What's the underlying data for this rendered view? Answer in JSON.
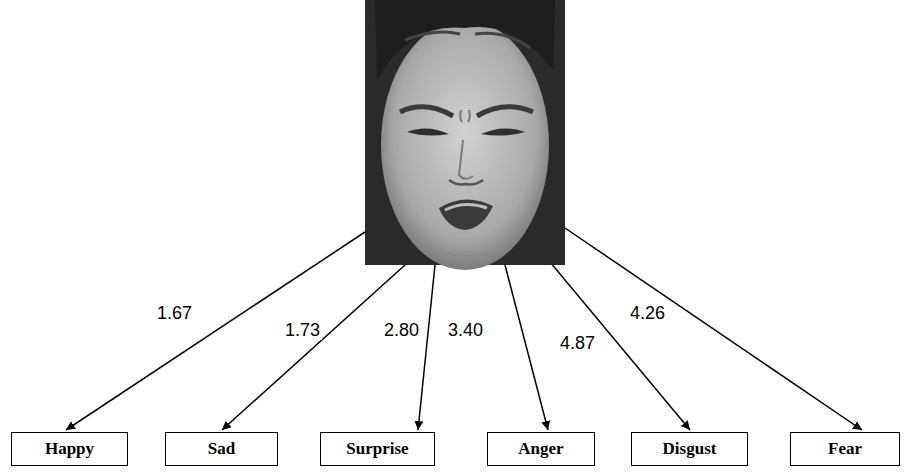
{
  "diagram": {
    "nodes": [
      {
        "text": [
          "Happy"
        ]
      },
      {
        "text": [
          "Sad"
        ]
      },
      {
        "text": [
          "Surprise"
        ]
      },
      {
        "text": [
          "Anger"
        ]
      },
      {
        "text": [
          "Disgust"
        ]
      },
      {
        "text": [
          "Fear"
        ]
      }
    ],
    "labels": [
      "1.67",
      "1.73",
      "2.80",
      "3.40",
      "4.87",
      "4.26"
    ]
  }
}
